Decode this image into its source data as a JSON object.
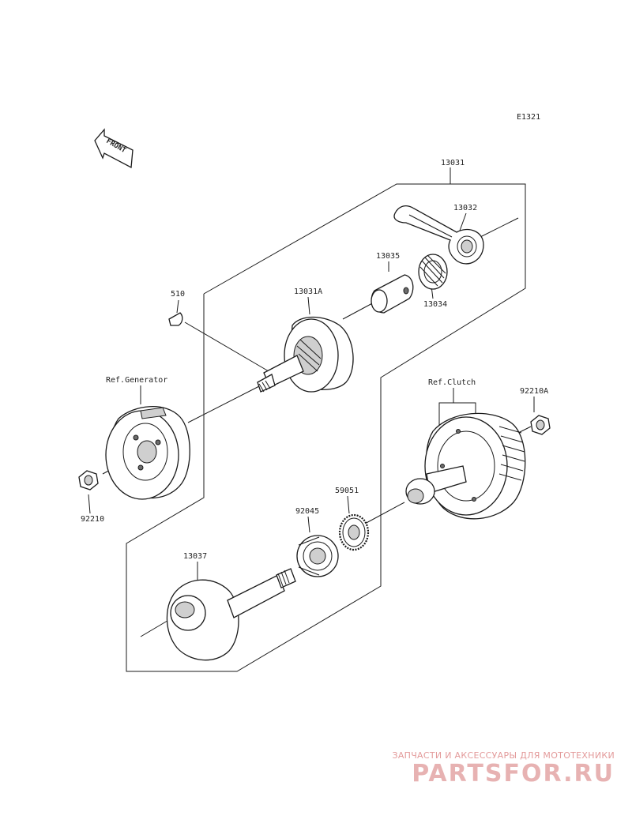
{
  "diagram_code": "E1321",
  "front_label": "FRONT",
  "labels": {
    "p13031": "13031",
    "p13032": "13032",
    "p13035": "13035",
    "p13034": "13034",
    "p13031A": "13031A",
    "p510": "510",
    "ref_generator": "Ref.Generator",
    "p92210": "92210",
    "ref_clutch": "Ref.Clutch",
    "p92210A": "92210A",
    "p59051": "59051",
    "p92045": "92045",
    "p13037": "13037"
  },
  "watermark": {
    "tagline": "ЗАПЧАСТИ И АКСЕССУАРЫ ДЛЯ МОТОТЕХНИКИ",
    "brand": "PARTSFOR.RU"
  }
}
